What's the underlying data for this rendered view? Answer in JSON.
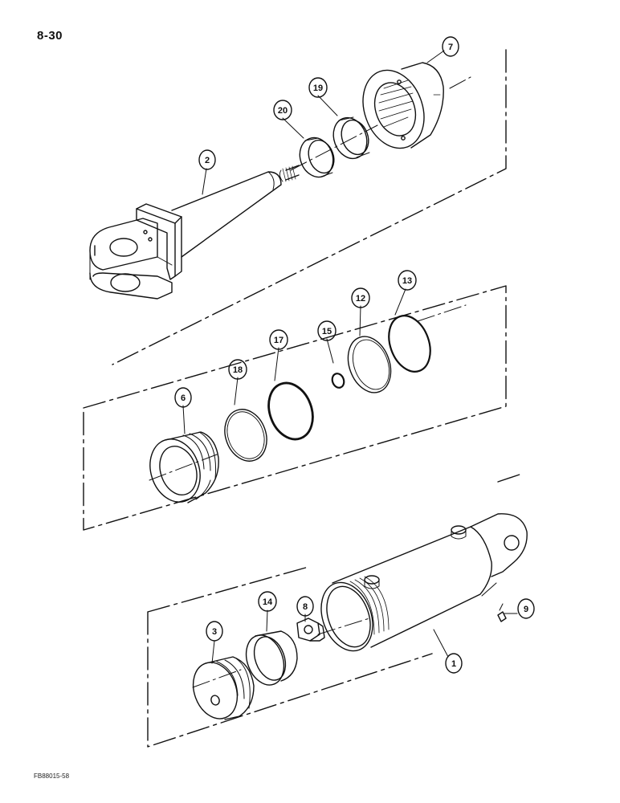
{
  "page": {
    "number": "8-30",
    "figure_code": "FB88015-58"
  },
  "callouts": [
    {
      "id": "7",
      "label": "7"
    },
    {
      "id": "19",
      "label": "19"
    },
    {
      "id": "20",
      "label": "20"
    },
    {
      "id": "2",
      "label": "2"
    },
    {
      "id": "13",
      "label": "13"
    },
    {
      "id": "12",
      "label": "12"
    },
    {
      "id": "15",
      "label": "15"
    },
    {
      "id": "17",
      "label": "17"
    },
    {
      "id": "18",
      "label": "18"
    },
    {
      "id": "6",
      "label": "6"
    },
    {
      "id": "14",
      "label": "14"
    },
    {
      "id": "8",
      "label": "8"
    },
    {
      "id": "3",
      "label": "3"
    },
    {
      "id": "9",
      "label": "9"
    },
    {
      "id": "1",
      "label": "1"
    }
  ]
}
